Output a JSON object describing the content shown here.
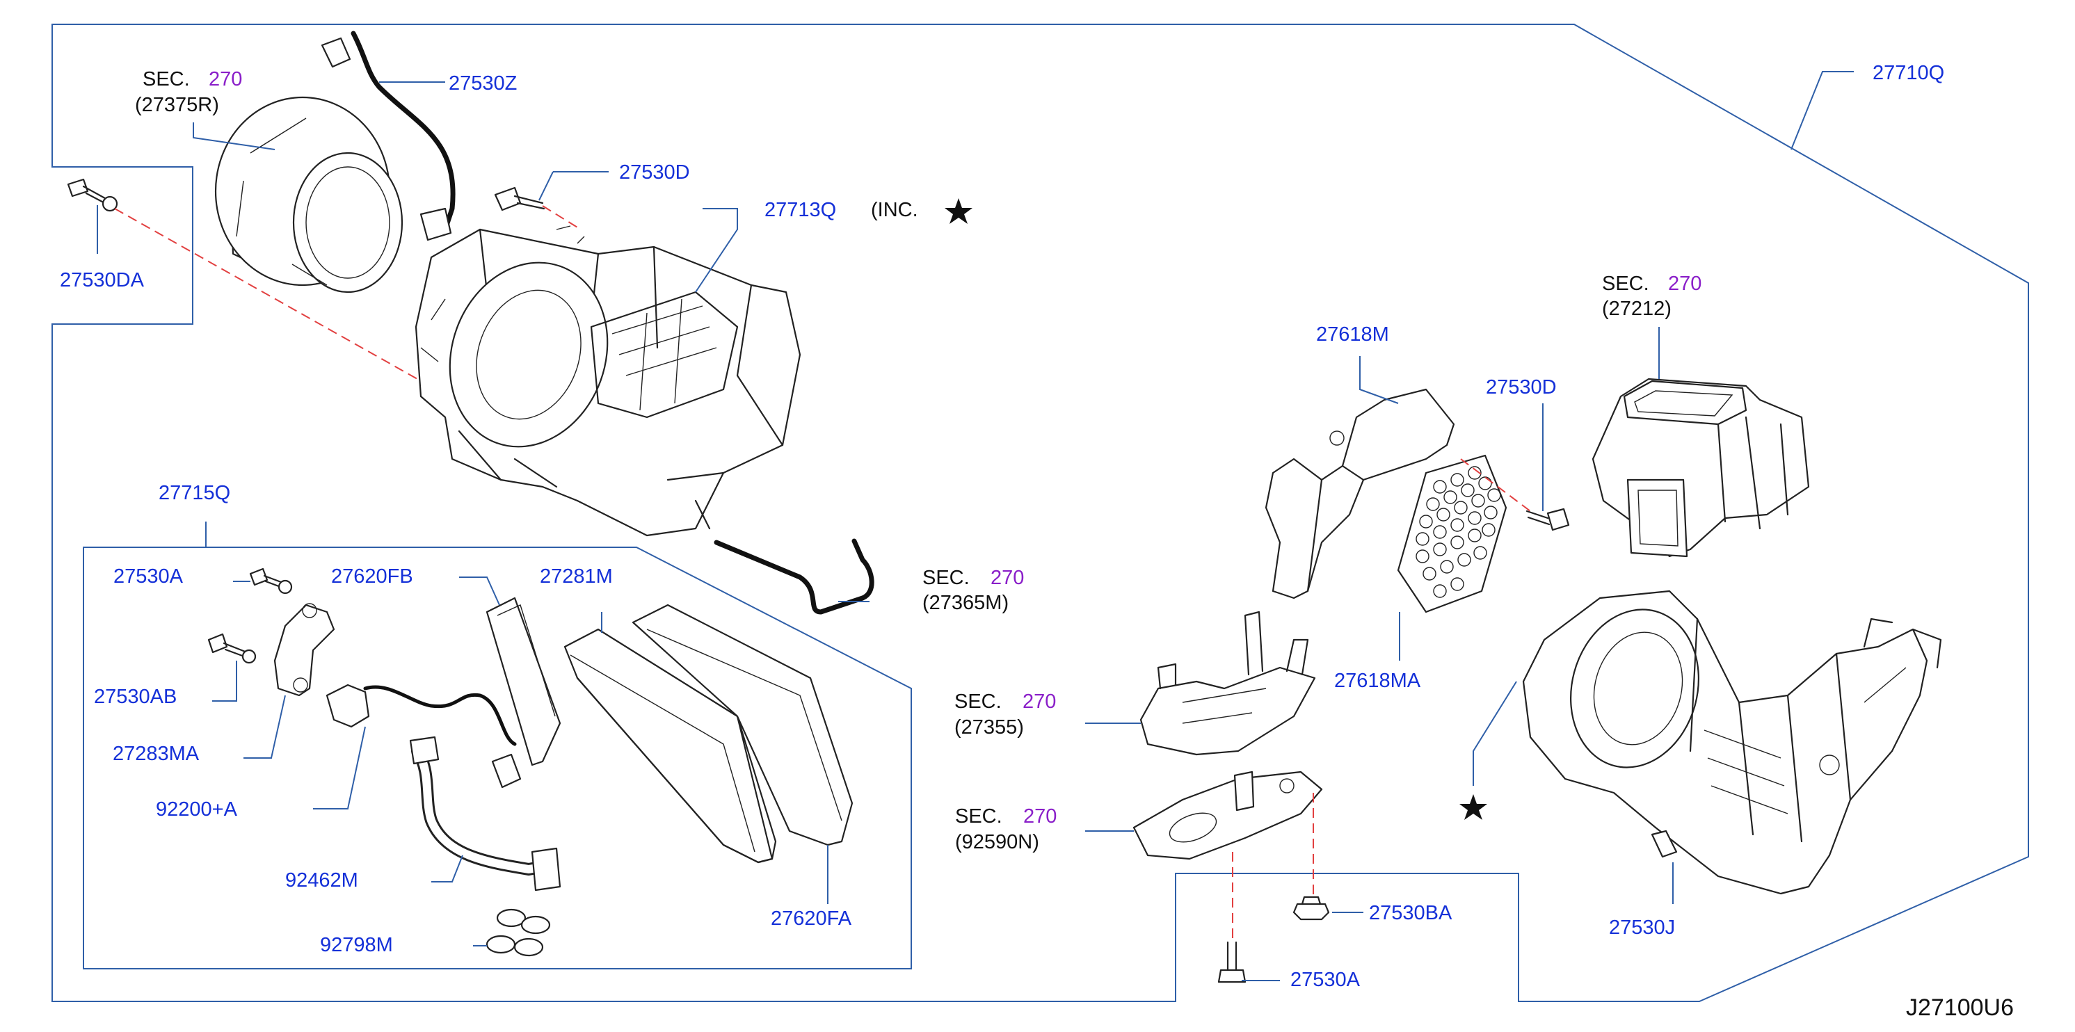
{
  "diagram": {
    "id": "J27100U6",
    "sec_word": "SEC.",
    "inc_text": "(INC.",
    "sections": [
      {
        "key": "sec_27375R",
        "num": "270",
        "ref": "(27375R)"
      },
      {
        "key": "sec_27212",
        "num": "270",
        "ref": "(27212)"
      },
      {
        "key": "sec_27365M",
        "num": "270",
        "ref": "(27365M)"
      },
      {
        "key": "sec_27355",
        "num": "270",
        "ref": "(27355)"
      },
      {
        "key": "sec_92590N",
        "num": "270",
        "ref": "(92590N)"
      }
    ],
    "parts": [
      "27530Z",
      "27710Q",
      "27530D",
      "27713Q",
      "27530DA",
      "27618M",
      "27530D",
      "27715Q",
      "27530A",
      "27620FB",
      "27281M",
      "27530AB",
      "27283MA",
      "92200+A",
      "92462M",
      "92798M",
      "27620FA",
      "27618MA",
      "27530BA",
      "27530A",
      "27530J"
    ],
    "colors": {
      "label": "#1430d8",
      "section": "#8a1fc9",
      "frame": "#2f5fa8",
      "guide": "#e24040",
      "line": "#222222"
    }
  }
}
